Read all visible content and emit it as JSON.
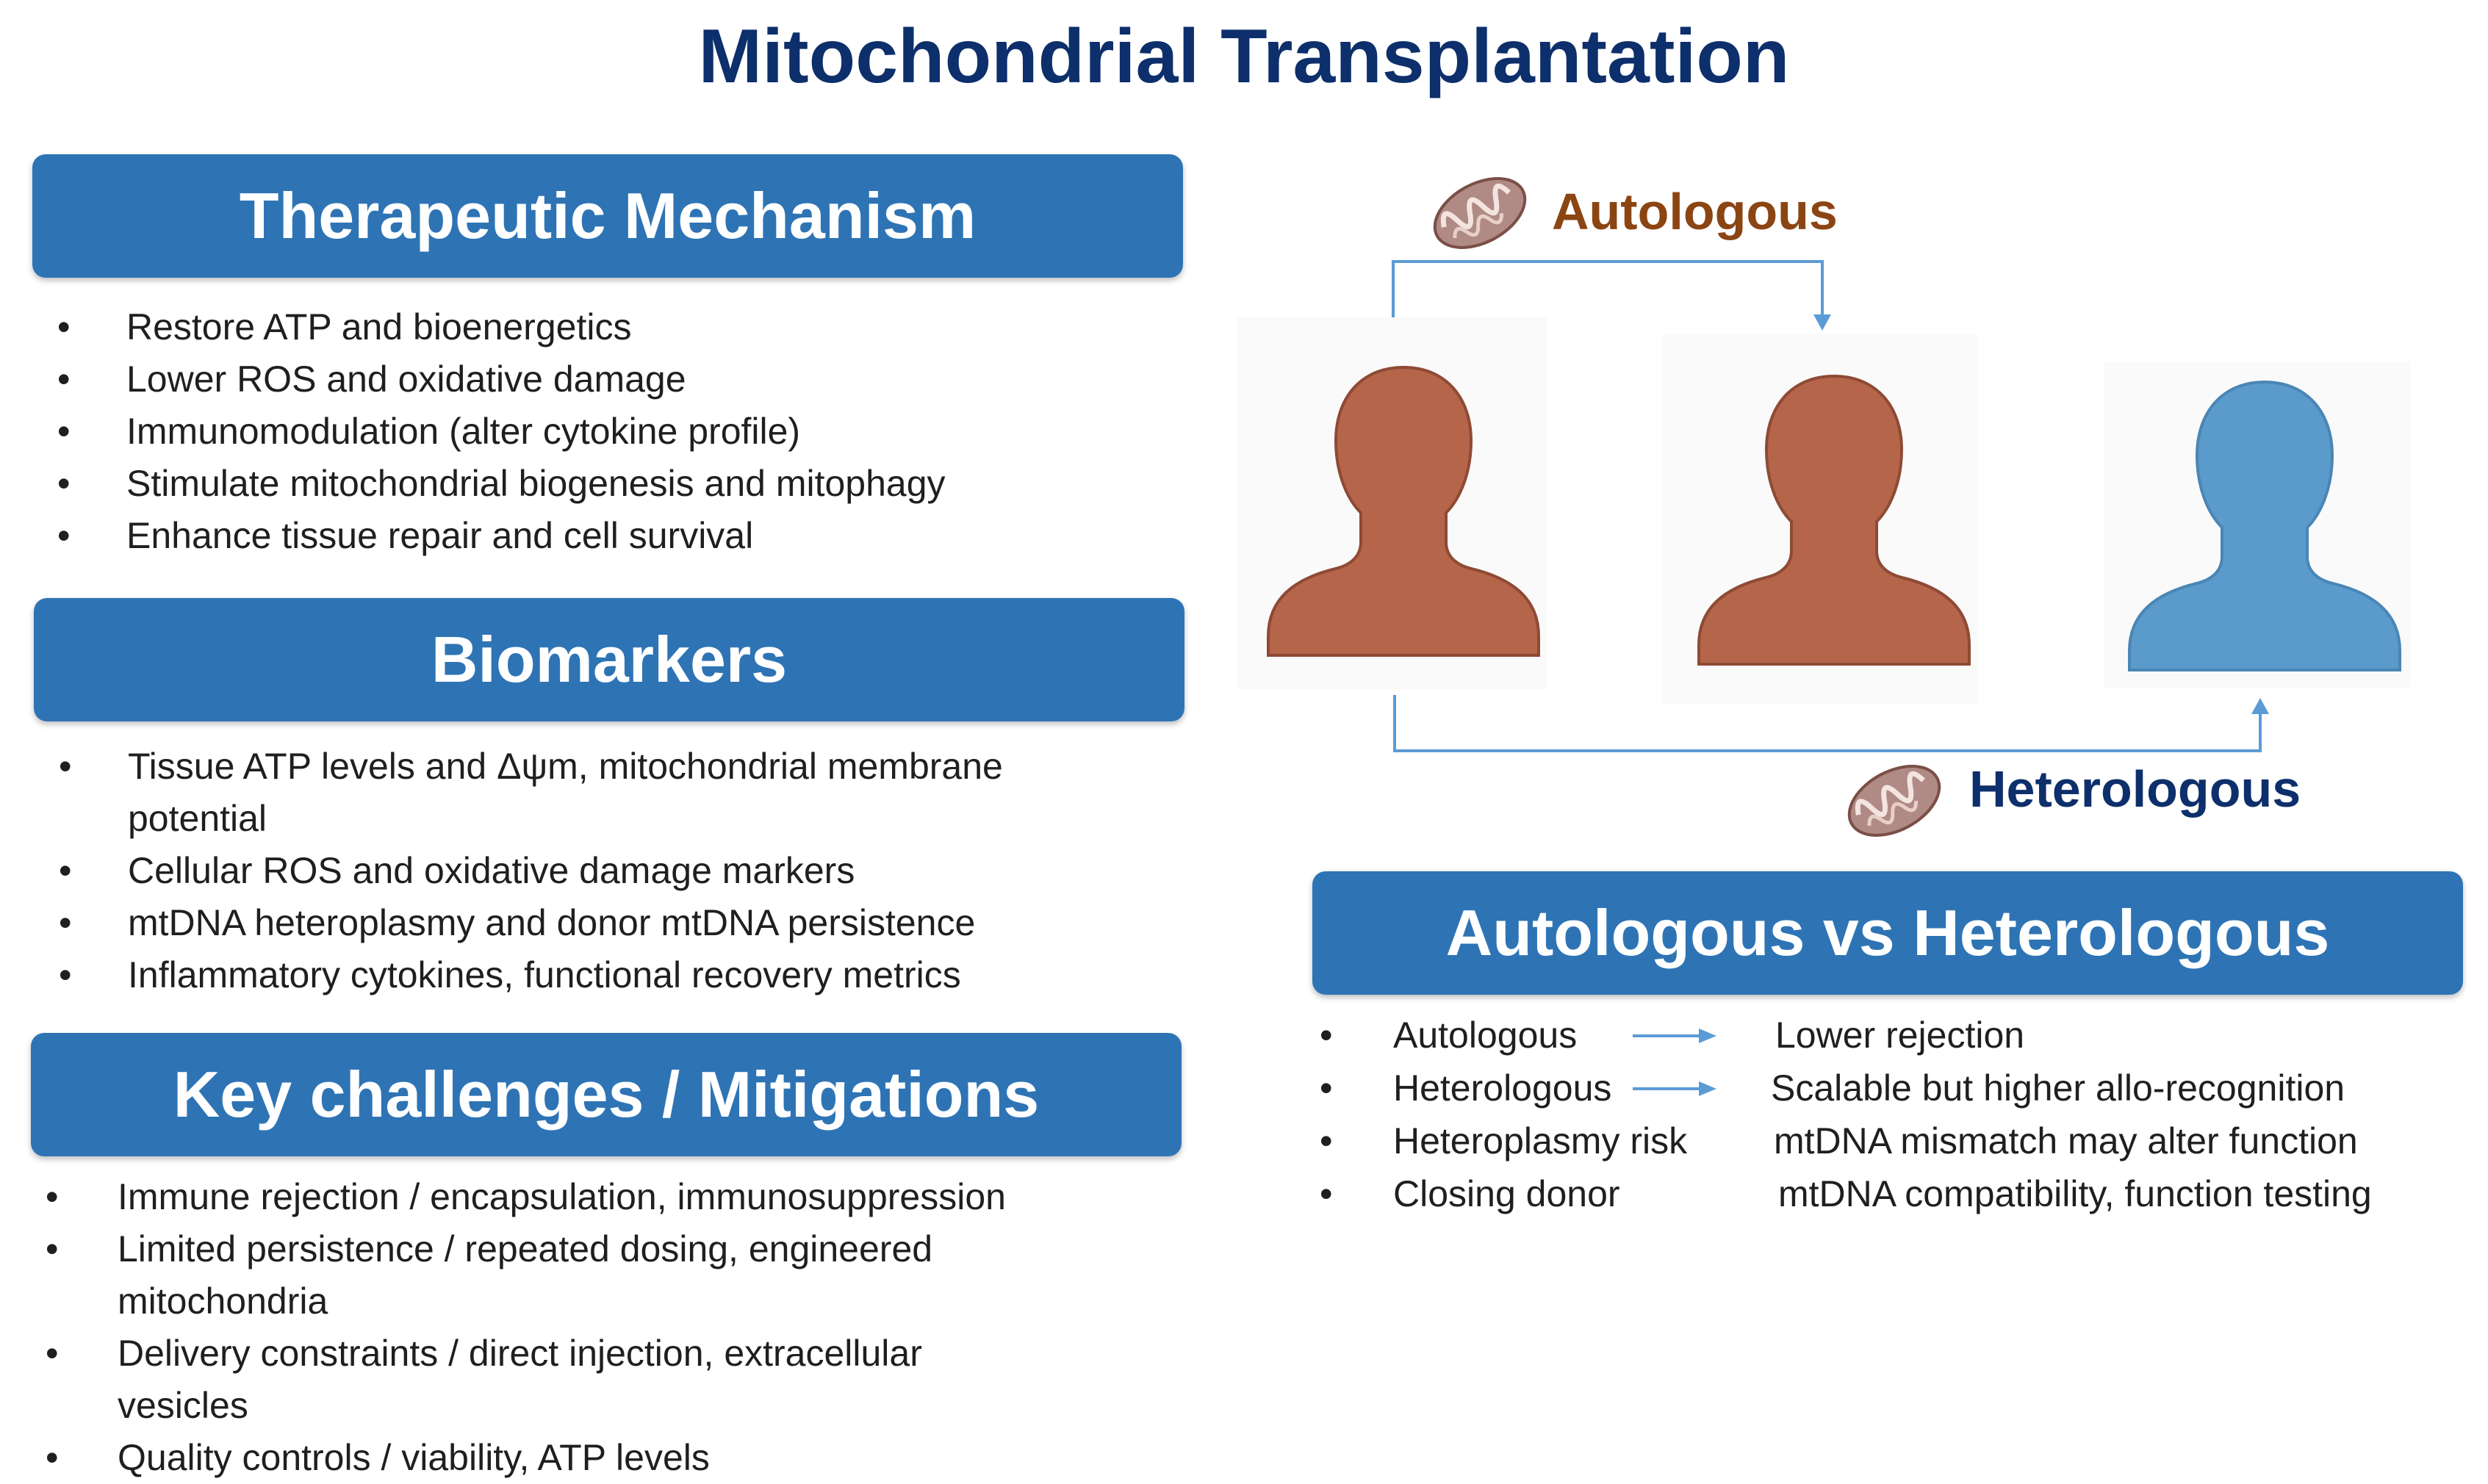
{
  "title": "Mitochondrial Transplantation",
  "sections": {
    "mechanism": {
      "heading": "Therapeutic Mechanism",
      "items": [
        "Restore ATP and bioenergetics",
        "Lower ROS and oxidative damage",
        "Immunomodulation (alter cytokine profile)",
        "Stimulate mitochondrial biogenesis and mitophagy",
        "Enhance tissue repair and cell survival"
      ]
    },
    "biomarkers": {
      "heading": "Biomarkers",
      "items": [
        "Tissue ATP levels and Δψm, mitochondrial membrane potential",
        "Cellular ROS and oxidative damage markers",
        "mtDNA heteroplasmy and donor mtDNA persistence",
        "Inflammatory cytokines, functional recovery metrics"
      ]
    },
    "challenges": {
      "heading": "Key challenges / Mitigations",
      "items": [
        "Immune rejection  / encapsulation, immunosuppression",
        "Limited persistence / repeated dosing, engineered mitochondria",
        "Delivery constraints / direct injection, extracellular vesicles",
        "Quality controls / viability, ATP levels"
      ]
    }
  },
  "diagram": {
    "autologous_label": "Autologous",
    "heterologous_label": "Heterologous",
    "colors": {
      "brown": "#b5654a",
      "blue": "#5b9bcc",
      "arrow": "#5b9bd5",
      "banner": "#2e74b5"
    }
  },
  "comparison": {
    "heading": "Autologous vs Heterologous",
    "rows": [
      {
        "left": "Autologous",
        "right": "Lower rejection",
        "arrow": true
      },
      {
        "left": "Heterologous",
        "right": "Scalable but higher allo-recognition",
        "arrow": true
      },
      {
        "left": "Heteroplasmy risk",
        "right": "mtDNA mismatch may alter function",
        "arrow": false
      },
      {
        "left": "Closing donor",
        "right": "mtDNA compatibility, function testing",
        "arrow": false
      }
    ]
  }
}
